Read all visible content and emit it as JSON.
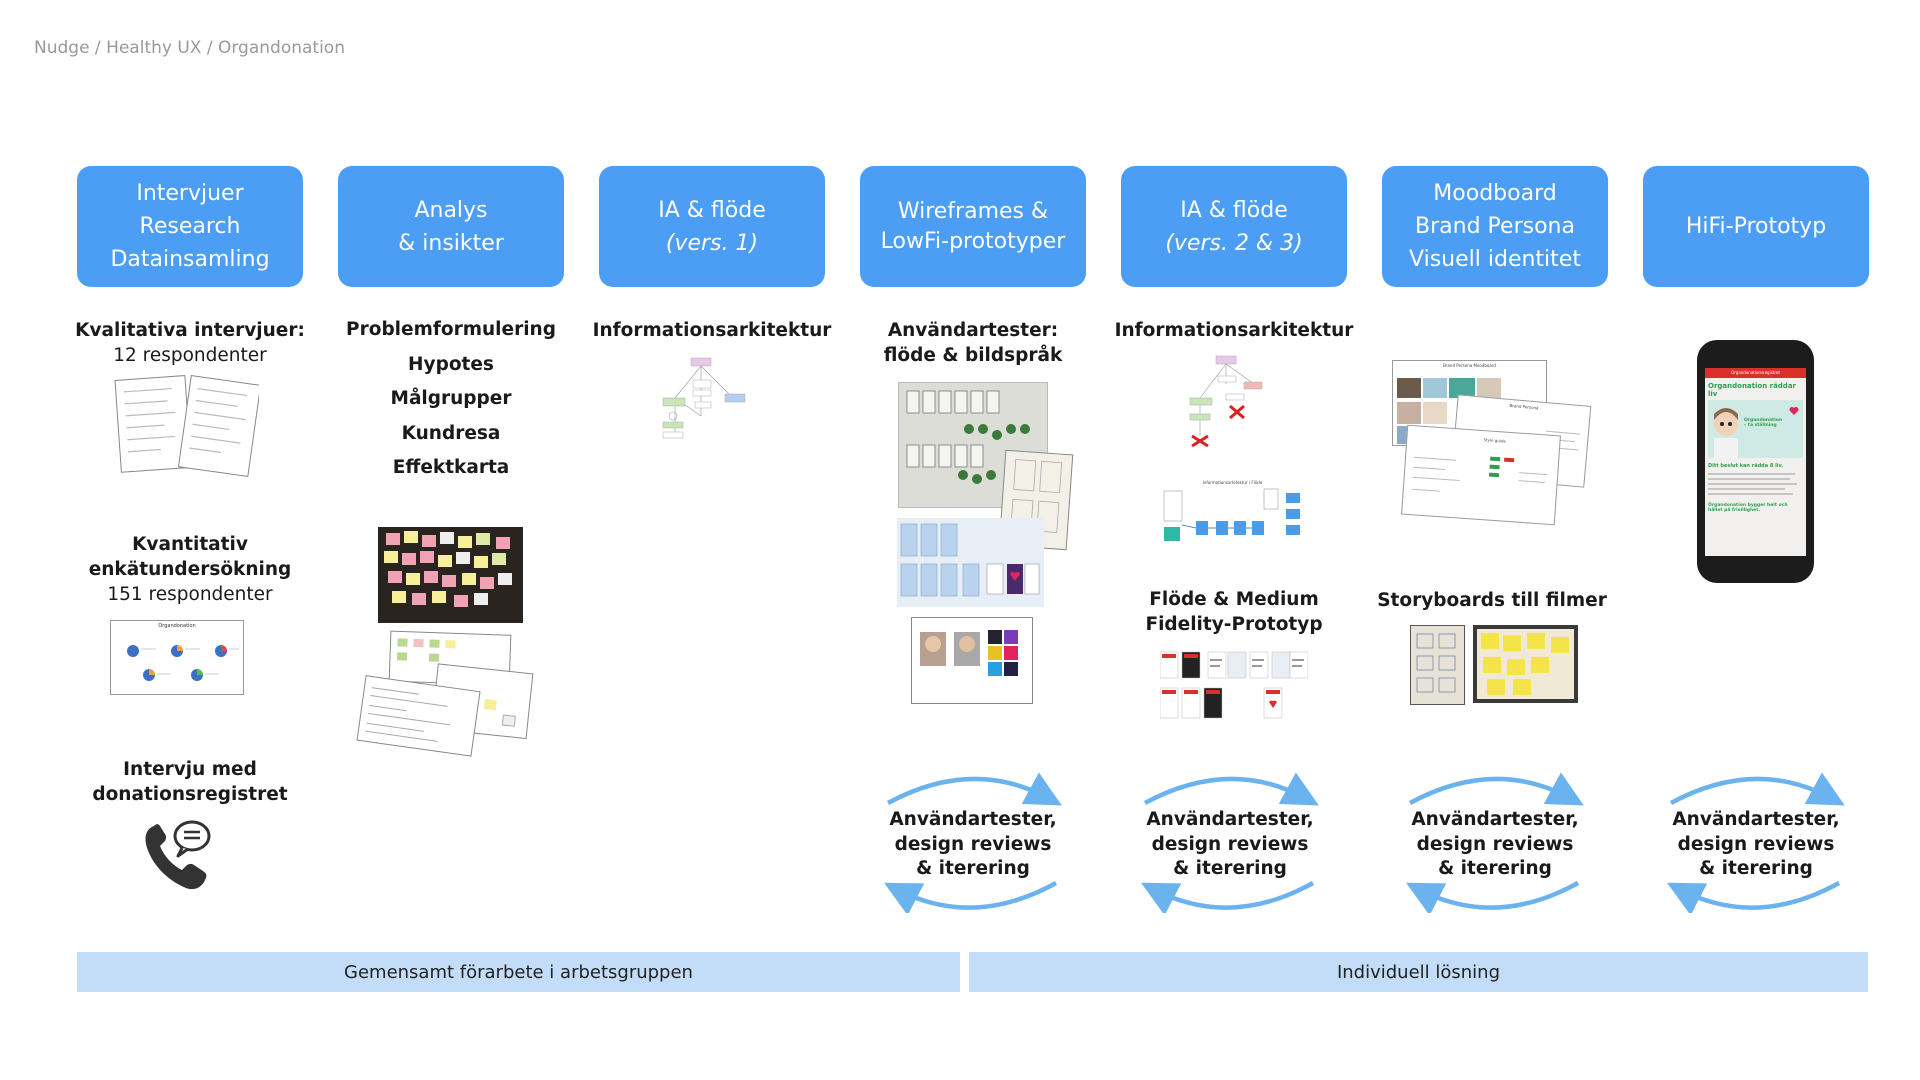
{
  "breadcrumb": "Nudge / Healthy UX / Organdonation",
  "phases": [
    {
      "lines": [
        "Intervjuer",
        "Research",
        "Datainsamling"
      ]
    },
    {
      "lines": [
        "Analys",
        "& insikter"
      ]
    },
    {
      "lines": [
        "IA & flöde"
      ],
      "sub": "(vers. 1)"
    },
    {
      "lines": [
        "Wireframes &",
        "LowFi-prototyper"
      ]
    },
    {
      "lines": [
        "IA & flöde"
      ],
      "sub": "(vers. 2 & 3)"
    },
    {
      "lines": [
        "Moodboard",
        "Brand Persona",
        "Visuell identitet"
      ]
    },
    {
      "lines": [
        "HiFi-Prototyp"
      ]
    }
  ],
  "col1": {
    "qual_title": "Kvalitativa intervjuer:",
    "qual_count": "12 respondenter",
    "quant_title_1": "Kvantitativ",
    "quant_title_2": "enkätundersökning",
    "quant_count": "151 respondenter",
    "registry_1": "Intervju med",
    "registry_2": "donationsregistret",
    "survey_header": "Organdonation"
  },
  "col2": {
    "items": [
      "Problemformulering",
      "Hypotes",
      "Målgrupper",
      "Kundresa",
      "Effektkarta"
    ]
  },
  "col3": {
    "title": "Informationsarkitektur"
  },
  "col4": {
    "title_1": "Användartester:",
    "title_2": "flöde & bildspråk"
  },
  "col5": {
    "title": "Informationsarkitektur",
    "flow_1": "Flöde & Medium",
    "flow_2": "Fidelity-Prototyp",
    "diagram_caption": "Informationsarkitektur / Flöde"
  },
  "col6": {
    "storyboards": "Storyboards till filmer",
    "moodboard_caption": "Brand Persona Moodboard",
    "persona_caption": "Brand Persona",
    "style_caption": "Style guide"
  },
  "col7": {
    "phone_header": "Organdonationsregistret",
    "phone_headline": "Organdonation räddar liv",
    "bubble_1": "Organdonation",
    "bubble_2": "– ta ställning",
    "card_title": "Ditt beslut kan rädda 8 liv.",
    "card_footer": "Organdonation bygger helt och hållet på frivillighet."
  },
  "loop": {
    "line1": "Användartester,",
    "line2": "design reviews",
    "line3": "& iterering"
  },
  "bars": {
    "left": "Gemensamt förarbete i arbetsgruppen",
    "right": "Individuell lösning"
  },
  "colors": {
    "phase_bg": "#4c9ef5",
    "bar_bg": "#c3dcf8",
    "arrow": "#6bb3ef",
    "phone_red": "#d9302c"
  }
}
